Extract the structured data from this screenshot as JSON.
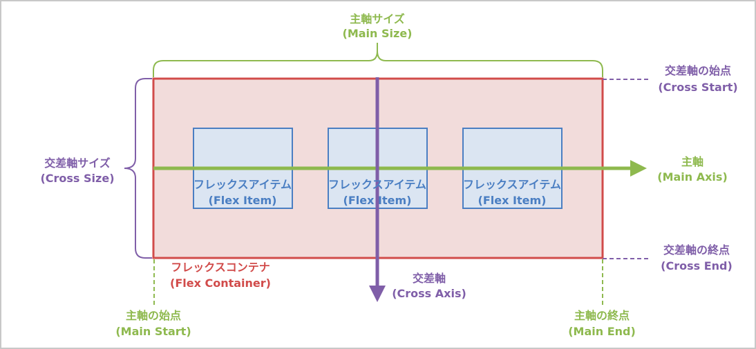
{
  "colors": {
    "green": "#8eb94e",
    "purple": "#7f5ea8",
    "red": "#d14b4a",
    "blue": "#4a7ec2",
    "container_fill": "#f2dcdb",
    "item_fill": "#dbe5f2",
    "frame": "#c8c8c8"
  },
  "main_size": {
    "line1": "主軸サイズ",
    "line2": "(Main Size)"
  },
  "cross_size": {
    "line1": "交差軸サイズ",
    "line2": "(Cross Size)"
  },
  "cross_start": {
    "line1": "交差軸の始点",
    "line2": "(Cross Start)"
  },
  "cross_end": {
    "line1": "交差軸の終点",
    "line2": "(Cross End)"
  },
  "main_axis": {
    "line1": "主軸",
    "line2": "(Main Axis)"
  },
  "cross_axis": {
    "line1": "交差軸",
    "line2": "(Cross Axis)"
  },
  "main_start": {
    "line1": "主軸の始点",
    "line2": "(Main Start)"
  },
  "main_end": {
    "line1": "主軸の終点",
    "line2": "(Main End)"
  },
  "container": {
    "line1": "フレックスコンテナ",
    "line2": "(Flex Container)"
  },
  "items": [
    {
      "line1": "フレックスアイテム",
      "line2": "(Flex Item)"
    },
    {
      "line1": "フレックスアイテム",
      "line2": "(Flex Item)"
    },
    {
      "line1": "フレックスアイテム",
      "line2": "(Flex Item)"
    }
  ]
}
